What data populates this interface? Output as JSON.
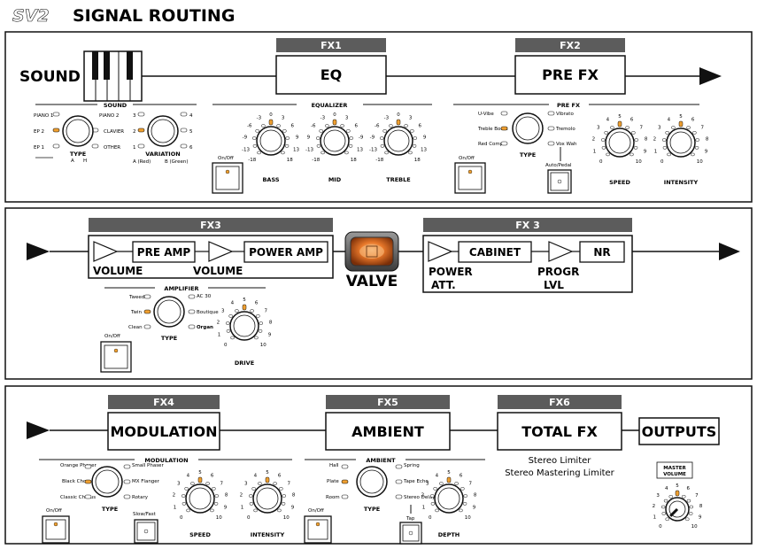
{
  "header": {
    "logo": "SV2",
    "title": "SIGNAL ROUTING"
  },
  "row1": {
    "sound_label": "SOUND",
    "fx1": {
      "header": "FX1",
      "box": "EQ"
    },
    "fx2": {
      "header": "FX2",
      "box": "PRE FX"
    },
    "sound_panel": {
      "title": "SOUND",
      "type_options": [
        "PIANO 1",
        "EP 2",
        "EP 1",
        "PIANO 2",
        "CLAVIER",
        "OTHER"
      ],
      "type_label": "TYPE",
      "variation_label": "VARIATION",
      "variation_marks": [
        "3",
        "2",
        "1",
        "4",
        "5",
        "6"
      ],
      "type_sub": "A",
      "type_sub2": "H",
      "variation_sub": "A (Red)",
      "variation_sub2": "B (Green)"
    },
    "eq_panel": {
      "title": "EQUALIZER",
      "onoff": "On/Off",
      "knobs": [
        {
          "label": "BASS",
          "marks": [
            "-3",
            "0",
            "3",
            "-6",
            "6",
            "-9",
            "9",
            "-13",
            "13",
            "-18",
            "18"
          ]
        },
        {
          "label": "MID",
          "marks": [
            "-3",
            "0",
            "3",
            "-6",
            "6",
            "9",
            "-9",
            "-13",
            "13",
            "-18",
            "18"
          ]
        },
        {
          "label": "TREBLE",
          "marks": [
            "-3",
            "0",
            "3",
            "-6",
            "6",
            "-9",
            "9",
            "-13",
            "13",
            "-18",
            "18"
          ]
        }
      ]
    },
    "prefx_panel": {
      "title": "PRE FX",
      "onoff": "On/Off",
      "type_options_left": [
        "U-Vibe",
        "Treble Boost",
        "Red Comp"
      ],
      "type_options_right": [
        "Vibrato",
        "Tremolo",
        "Vox Wah"
      ],
      "type_label": "TYPE",
      "auto_pedal": "Auto/Pedal",
      "speed_label": "SPEED",
      "intensity_label": "INTENSITY",
      "marks": [
        "0",
        "1",
        "2",
        "3",
        "4",
        "5",
        "6",
        "7",
        "8",
        "9",
        "10"
      ]
    }
  },
  "row2": {
    "fx3a": {
      "header": "FX3",
      "preamp": "PRE AMP",
      "poweramp": "POWER AMP",
      "volume1": "VOLUME",
      "volume2": "VOLUME"
    },
    "valve": "VALVE",
    "fx3b": {
      "header": "FX 3",
      "cabinet": "CABINET",
      "nr": "NR",
      "power": "POWER",
      "att": "ATT.",
      "progr": "PROGR",
      "lvl": "LVL"
    },
    "amp_panel": {
      "title": "AMPLIFIER",
      "options_left": [
        "Tweed",
        "Twin",
        "Clean"
      ],
      "options_right": [
        "AC 30",
        "Boutique",
        "Organ"
      ],
      "type_label": "TYPE",
      "drive_label": "DRIVE",
      "onoff": "On/Off",
      "marks": [
        "0",
        "1",
        "2",
        "3",
        "4",
        "5",
        "6",
        "7",
        "8",
        "9",
        "10"
      ]
    }
  },
  "row3": {
    "fx4": {
      "header": "FX4",
      "box": "MODULATION"
    },
    "fx5": {
      "header": "FX5",
      "box": "AMBIENT"
    },
    "fx6": {
      "header": "FX6",
      "box": "TOTAL FX",
      "note1": "Stereo Limiter",
      "note2": "Stereo Mastering Limiter"
    },
    "outputs": "OUTPUTS",
    "master": {
      "line1": "MASTER",
      "line2": "VOLUME",
      "marks": [
        "0",
        "1",
        "2",
        "3",
        "4",
        "5",
        "6",
        "7",
        "8",
        "9",
        "10"
      ]
    },
    "mod_panel": {
      "title": "MODULATION",
      "options_left": [
        "Orange Phaser",
        "Black Chorus",
        "Classic Chorus"
      ],
      "options_right": [
        "Small Phaser",
        "MX Flanger",
        "Rotary"
      ],
      "type_label": "TYPE",
      "slowfast": "Slow/Fast",
      "onoff": "On/Off",
      "speed_label": "SPEED",
      "intensity_label": "INTENSITY"
    },
    "amb_panel": {
      "title": "AMBIENT",
      "options_left": [
        "Hall",
        "Plate",
        "Room"
      ],
      "options_right": [
        "Spring",
        "Tape Echo",
        "Stereo Delay"
      ],
      "type_label": "TYPE",
      "tap": "Tap",
      "onoff": "On/Off",
      "depth_label": "DEPTH"
    }
  },
  "colors": {
    "header_gray": "#5c5c5c",
    "led": "#f0a030",
    "line": "#111111"
  }
}
